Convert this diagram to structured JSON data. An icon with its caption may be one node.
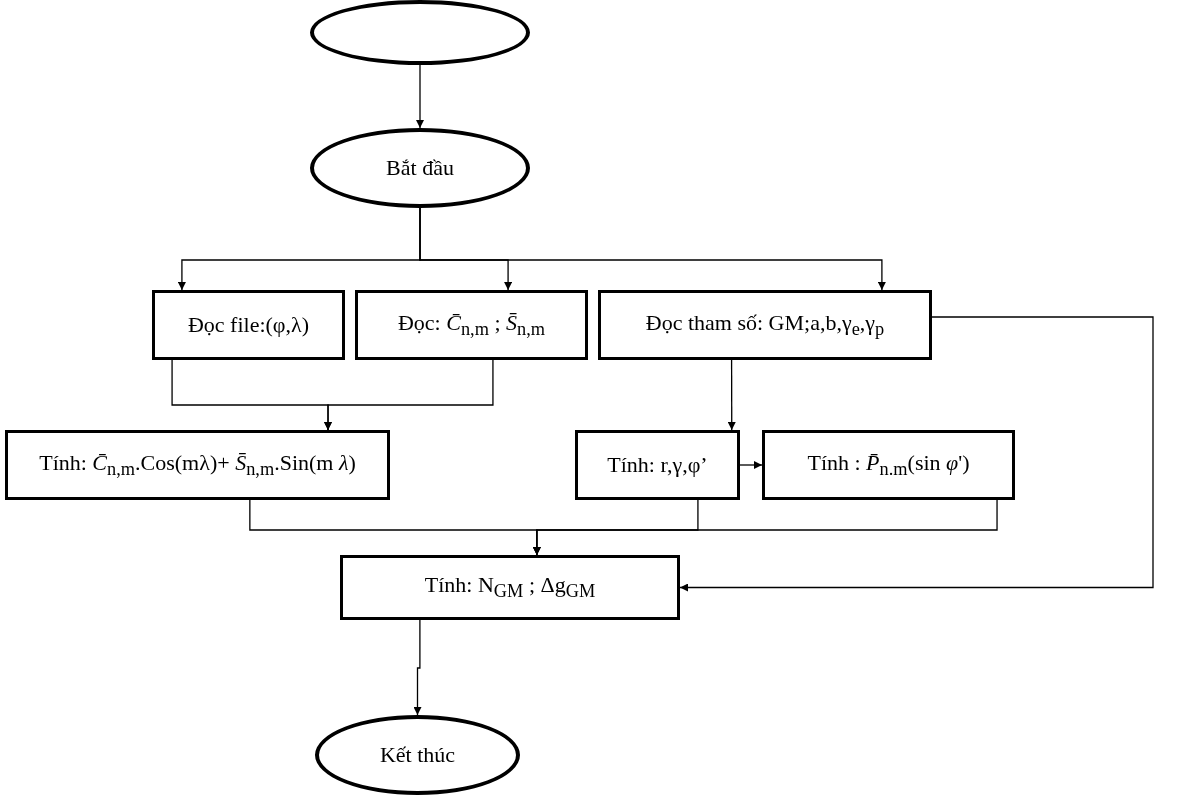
{
  "diagram": {
    "nodes": [
      {
        "text": [],
        "shape": "ellipse"
      },
      {
        "text": [
          "Bắt đầu"
        ]
      },
      {
        "text": [
          "Đọc file:(φ,λ)"
        ]
      },
      {
        "text": [
          "Đọc: *C̄*$_{n,m}$ ; *S̄*$_{n,m}$"
        ]
      },
      {
        "text": [
          "Đọc tham số: GM;a,b,γ$_{e}$,γ$_{p}$"
        ]
      },
      {
        "text": [
          "Tính: *C̄*$_{n,m}$.Cos(mλ)+ *S̄*$_{n,m}$.Sin(m *λ*)"
        ]
      },
      {
        "text": [
          "Tính: r,γ,φ’"
        ]
      },
      {
        "text": [
          "Tính : *P̄*$_{n.m}$(sin *φ*')"
        ]
      },
      {
        "text": [
          "Tính: N$_{GM}$ ; Δg$_{GM}$"
        ]
      },
      {
        "text": [
          "Kết thúc"
        ]
      }
    ],
    "edges": [
      {
        "from": 0,
        "to": 1,
        "arrow": "to"
      },
      {
        "from": 1,
        "to": 2,
        "arrow": "to"
      },
      {
        "from": 1,
        "to": 3,
        "arrow": "to"
      },
      {
        "from": 1,
        "to": 4,
        "arrow": "to"
      },
      {
        "from": 2,
        "to": 5,
        "arrow": "to"
      },
      {
        "from": 3,
        "to": 5,
        "arrow": "to"
      },
      {
        "from": 4,
        "to": 6,
        "arrow": "to"
      },
      {
        "from": 6,
        "to": 7,
        "arrow": "to"
      },
      {
        "from": 5,
        "to": 8,
        "arrow": "to"
      },
      {
        "from": 6,
        "to": 8,
        "arrow": "to"
      },
      {
        "from": 7,
        "to": 8,
        "arrow": "to"
      },
      {
        "from": 4,
        "to": 8,
        "arrow": "to"
      },
      {
        "from": 8,
        "to": 9,
        "arrow": "to"
      }
    ]
  }
}
